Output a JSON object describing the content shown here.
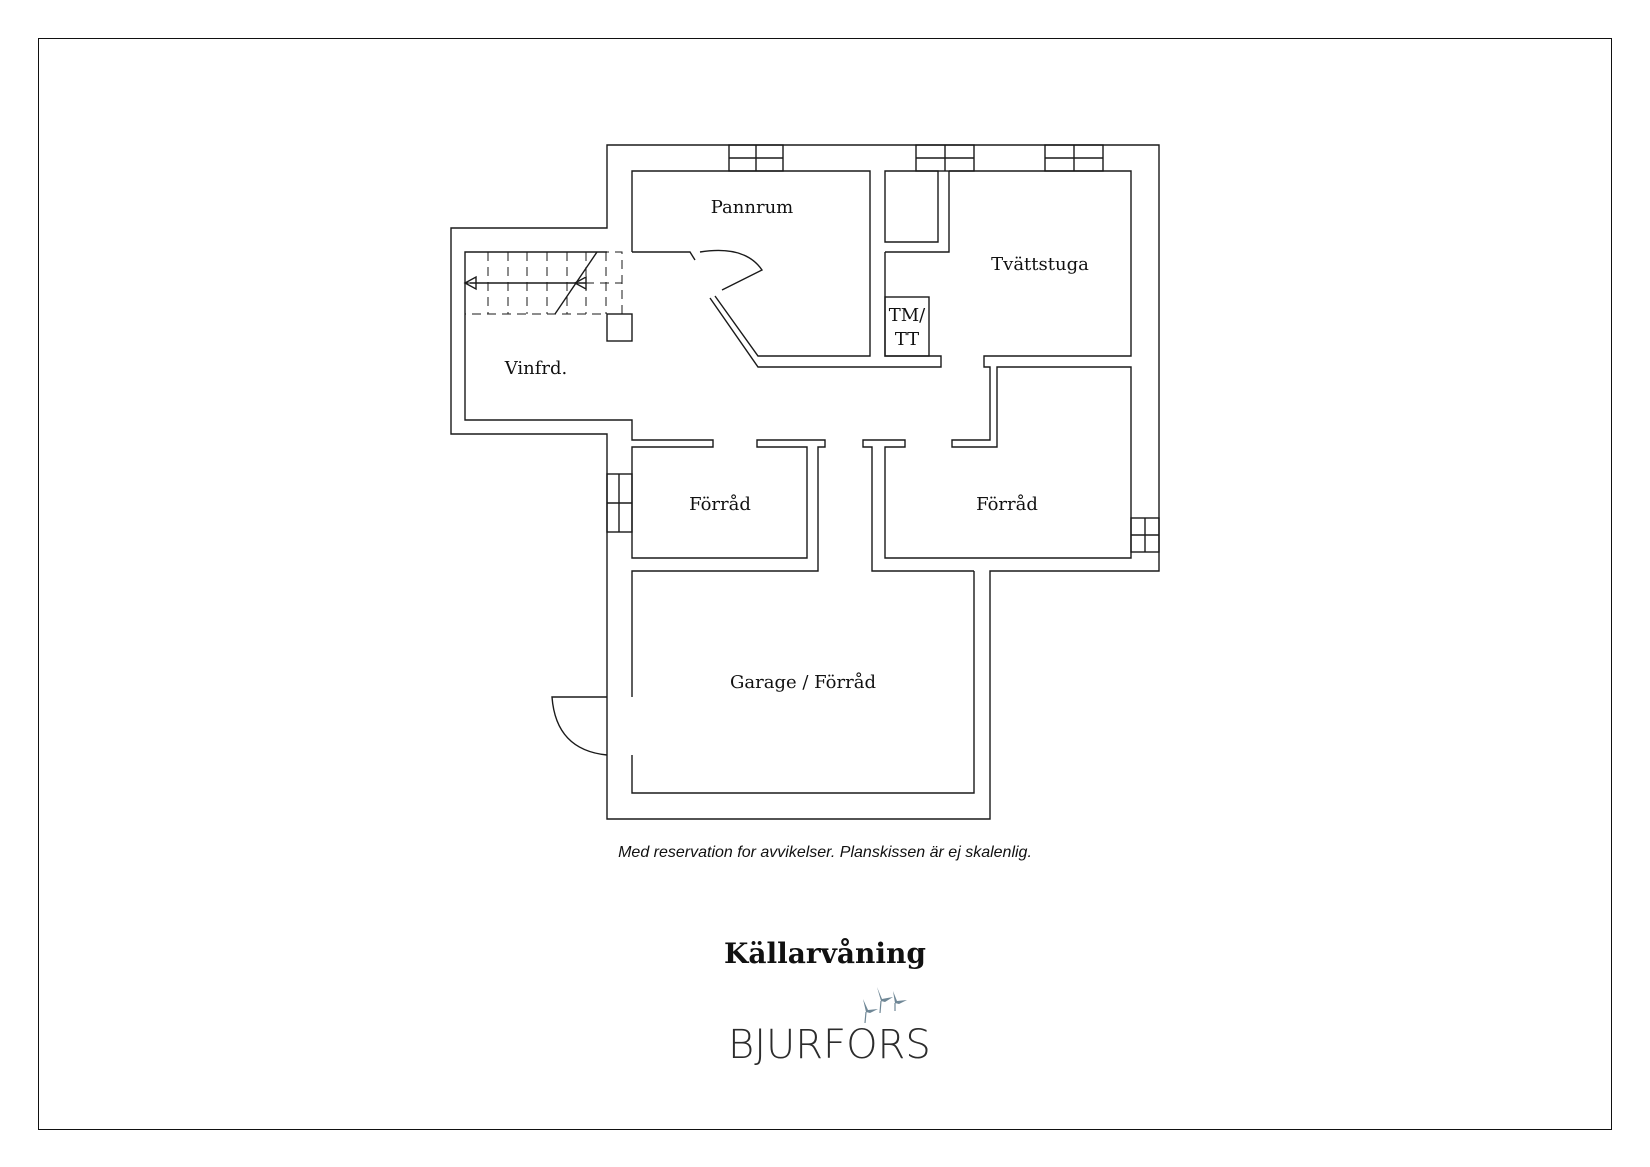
{
  "floor_title": "Källarvåning",
  "disclaimer": "Med reservation for avvikelser. Planskissen är ej skalenlig.",
  "brand": {
    "name": "BJURFORS",
    "logo_icon": "birds-logo-icon",
    "logo_color": "#6f8796"
  },
  "rooms": {
    "pannrum": "Pannrum",
    "tvattstuga": "Tvättstuga",
    "tm_tt_line1": "TM/",
    "tm_tt_line2": "TT",
    "vinfrd": "Vinfrd.",
    "forrad_left": "Förråd",
    "forrad_right": "Förråd",
    "garage": "Garage / Förråd"
  },
  "colors": {
    "line": "#1a1a1a",
    "background": "#ffffff"
  }
}
